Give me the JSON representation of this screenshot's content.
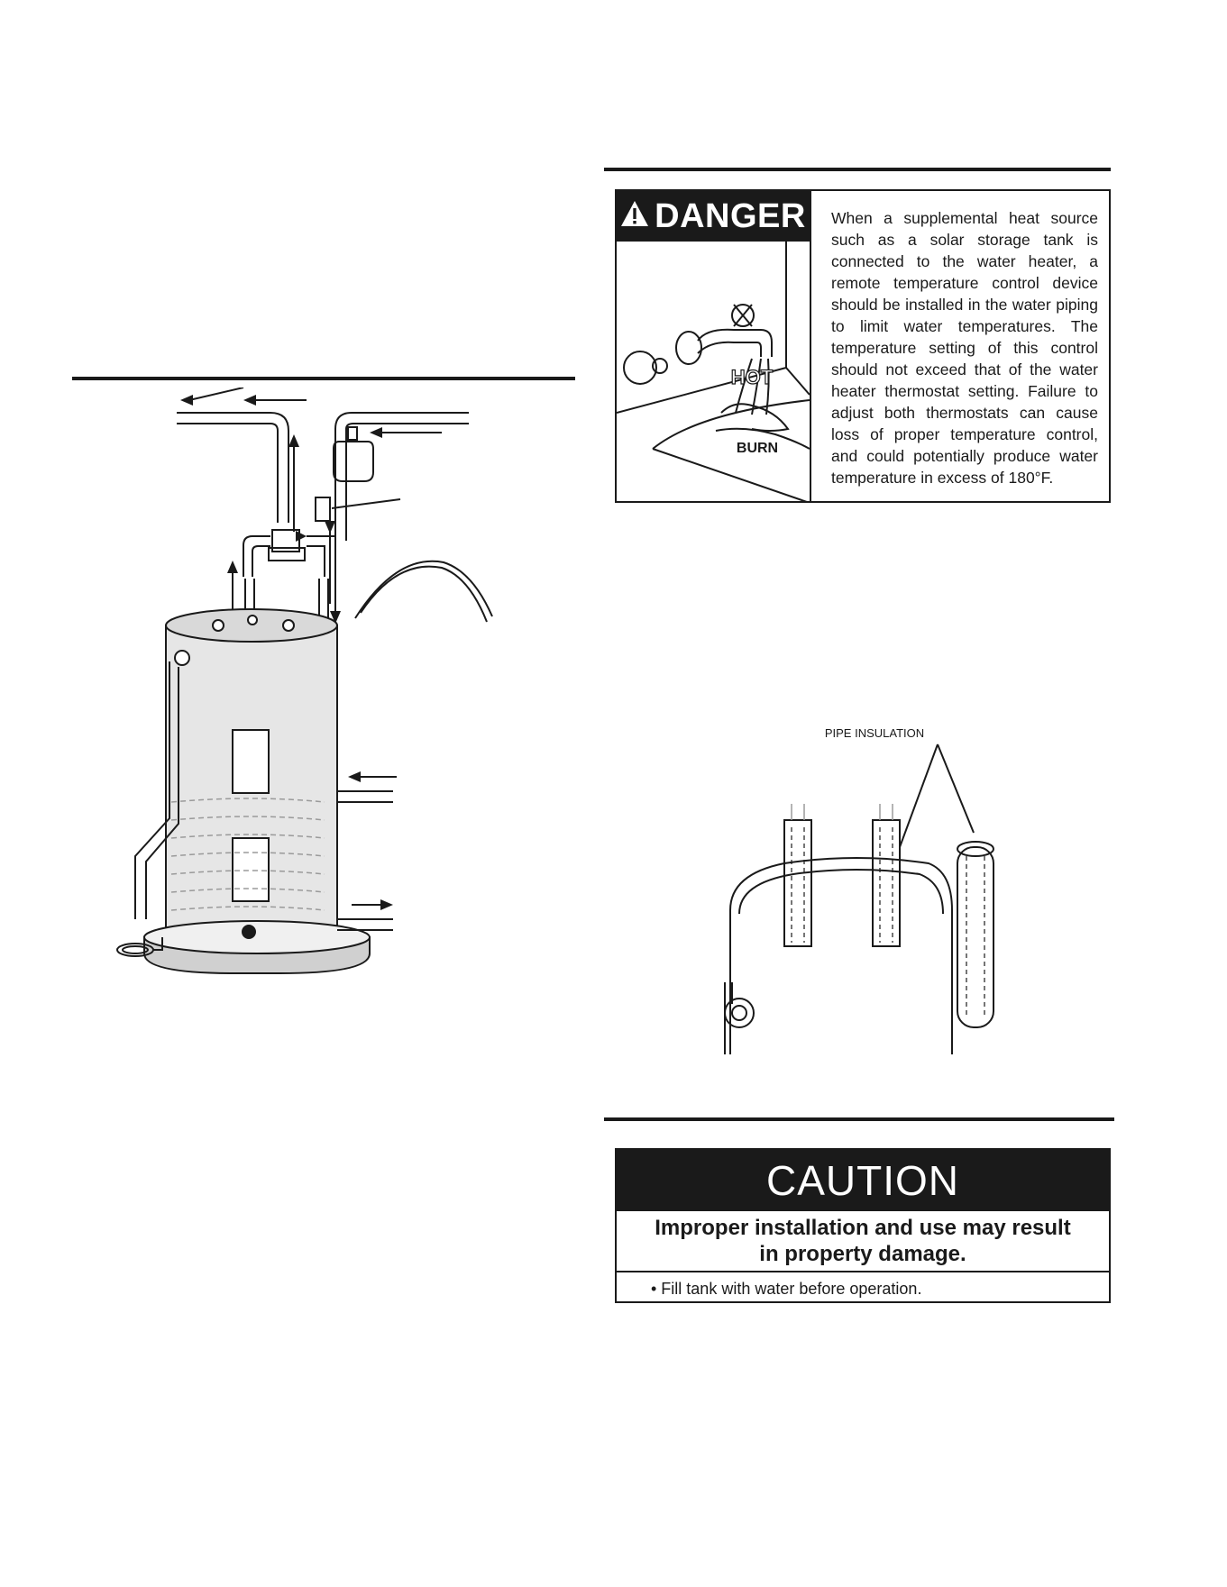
{
  "danger": {
    "header": "DANGER",
    "illustration_labels": {
      "hot": "HOT",
      "burn": "BURN"
    },
    "text": "When a supplemental heat source such as a solar storage tank is connected to the water heater, a remote temperature control device should be installed in the water piping to limit water temperatures. The temperature setting of this control should not exceed that of the water heater thermostat setting. Failure to adjust both thermostats can cause loss of proper temperature control, and could potentially produce water temperature in excess of 180°F."
  },
  "insulation_figure": {
    "label": "PIPE INSULATION"
  },
  "caution": {
    "header": "CAUTION",
    "subtitle_line1": "Improper installation and use may result",
    "subtitle_line2": "in property damage.",
    "bullet": "• Fill tank with water before operation."
  },
  "colors": {
    "ink": "#1a1a1a",
    "paper": "#ffffff",
    "tank_gray": "#e6e6e6"
  }
}
